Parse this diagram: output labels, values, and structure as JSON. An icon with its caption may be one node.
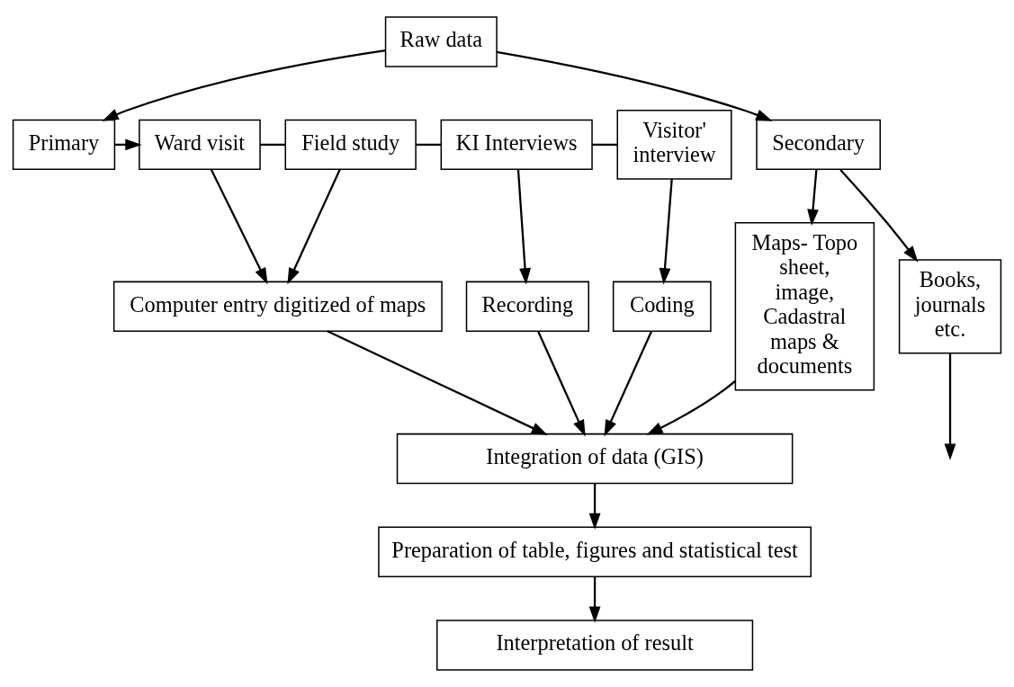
{
  "diagram": {
    "nodes": [
      {
        "text": [
          "Raw data"
        ]
      },
      {
        "text": [
          "Primary"
        ]
      },
      {
        "text": [
          "Ward visit"
        ]
      },
      {
        "text": [
          "Field study"
        ]
      },
      {
        "text": [
          "KI Interviews"
        ]
      },
      {
        "text": [
          "Visitor' interview"
        ]
      },
      {
        "text": [
          "Secondary"
        ]
      },
      {
        "text": [
          "Books, journals etc."
        ]
      },
      {
        "text": [
          "Maps- Topo sheet, image, Cadastral maps & documents"
        ]
      },
      {
        "text": [
          "Computer entry digitized of maps"
        ]
      },
      {
        "text": [
          "Recording"
        ]
      },
      {
        "text": [
          "Coding"
        ]
      },
      {
        "text": [
          "Integration of data (GIS)"
        ]
      },
      {
        "text": [
          "Preparation of table, figures and statistical test"
        ]
      },
      {
        "text": [
          "Interpretation of result"
        ]
      }
    ],
    "edges": [
      {
        "from": 0,
        "to": 1,
        "arrow": "to"
      },
      {
        "from": 0,
        "to": 6,
        "arrow": "to"
      },
      {
        "from": 1,
        "to": 2,
        "arrow": "to"
      },
      {
        "from": 2,
        "to": 3,
        "arrow": "none"
      },
      {
        "from": 3,
        "to": 4,
        "arrow": "none"
      },
      {
        "from": 4,
        "to": 5,
        "arrow": "none"
      },
      {
        "from": 6,
        "to": 7,
        "arrow": "to"
      },
      {
        "from": 6,
        "to": 8,
        "arrow": "to"
      },
      {
        "from": 2,
        "to": 9,
        "arrow": "to"
      },
      {
        "from": 3,
        "to": 9,
        "arrow": "to"
      },
      {
        "from": 4,
        "to": 10,
        "arrow": "to"
      },
      {
        "from": 5,
        "to": 11,
        "arrow": "to"
      },
      {
        "from": 9,
        "to": 12,
        "arrow": "to"
      },
      {
        "from": 10,
        "to": 12,
        "arrow": "to"
      },
      {
        "from": 11,
        "to": 12,
        "arrow": "to"
      },
      {
        "from": 7,
        "to": null,
        "arrow": "to"
      },
      {
        "from": 8,
        "to": 12,
        "arrow": "to"
      },
      {
        "from": 12,
        "to": 13,
        "arrow": "to"
      },
      {
        "from": 13,
        "to": 14,
        "arrow": "to"
      }
    ]
  }
}
